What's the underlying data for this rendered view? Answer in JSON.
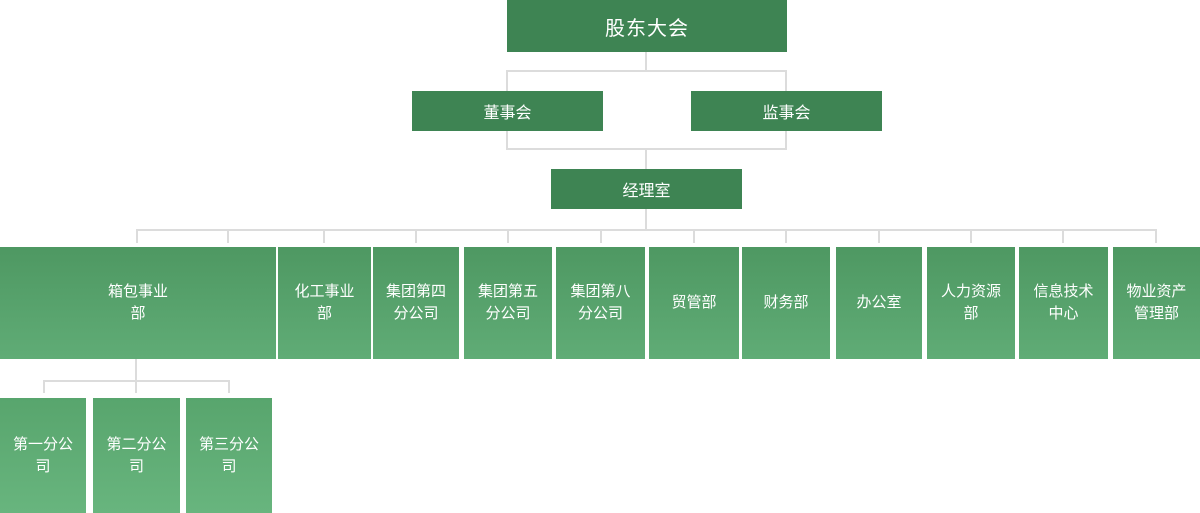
{
  "diagram": {
    "type": "org-chart",
    "nodes": {
      "shareholders": "股东大会",
      "board": "董事会",
      "supervisors": "监事会",
      "managers": "经理室"
    },
    "departments": [
      "箱包事业部",
      "化工事业部",
      "集团第四分公司",
      "集团第五分公司",
      "集团第八分公司",
      "贸管部",
      "财务部",
      "办公室",
      "人力资源部",
      "信息技术中心",
      "物业资产管理部"
    ],
    "luggage_branches": [
      "第一分公司",
      "第二分公司",
      "第三分公司"
    ],
    "colors": {
      "top_level_green": "#3E8453",
      "department_green": "#57A06C",
      "branch_green": "#5FAC74",
      "connector_gray": "#DCDCDC",
      "text": "#FFFFFF"
    }
  }
}
